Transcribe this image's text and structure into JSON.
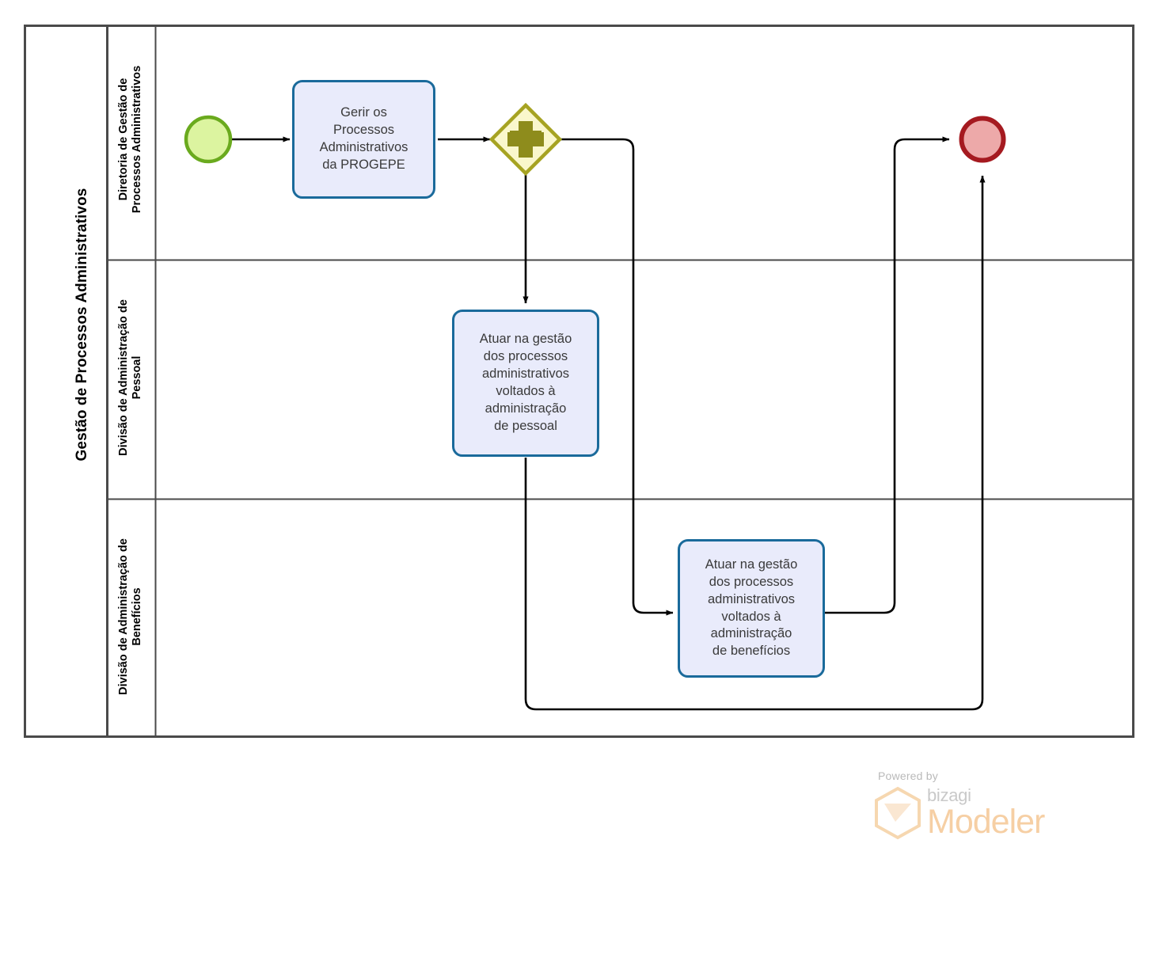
{
  "diagram": {
    "type": "bpmn-process",
    "pool": {
      "title": "Gestão de Processos Administrativos",
      "lanes": [
        {
          "id": "lane-diretoria",
          "label": "Diretoria de Gestão de\nProcessos Administrativos"
        },
        {
          "id": "lane-pessoal",
          "label": "Divisão de Administração de\nPessoal"
        },
        {
          "id": "lane-beneficios",
          "label": "Divisão de Administração de\nBenefícios"
        }
      ]
    },
    "nodes": {
      "start_event": {
        "name": "start-event",
        "lane": "lane-diretoria"
      },
      "task_gerir": {
        "name": "task-gerir-processos",
        "label": "Gerir os\nProcessos\nAdministrativos\nda PROGEPE",
        "lane": "lane-diretoria"
      },
      "gateway_parallel": {
        "name": "parallel-gateway",
        "symbol": "+",
        "lane": "lane-diretoria"
      },
      "task_pessoal": {
        "name": "task-atuar-pessoal",
        "label": "Atuar na gestão\ndos processos\nadministrativos\nvoltados à\nadministração\nde pessoal",
        "lane": "lane-pessoal"
      },
      "task_beneficios": {
        "name": "task-atuar-beneficios",
        "label": "Atuar na gestão\ndos processos\nadministrativos\nvoltados à\nadministração\nde benefícios",
        "lane": "lane-beneficios"
      },
      "end_event": {
        "name": "end-event",
        "lane": "lane-diretoria"
      }
    },
    "flows": [
      {
        "from": "start_event",
        "to": "task_gerir"
      },
      {
        "from": "task_gerir",
        "to": "gateway_parallel"
      },
      {
        "from": "gateway_parallel",
        "to": "task_pessoal"
      },
      {
        "from": "gateway_parallel",
        "to": "task_beneficios"
      },
      {
        "from": "task_beneficios",
        "to": "end_event"
      },
      {
        "from": "task_pessoal",
        "to": "end_event"
      }
    ],
    "colors": {
      "pool_border": "#4a4a4a",
      "task_border": "#1A6A9B",
      "task_fill": "#E9EBFB",
      "start_border": "#6AAA1E",
      "start_fill": "#DCF4A0",
      "end_border": "#A51A20",
      "end_fill": "#EDA9A9",
      "gateway_border": "#A6A322",
      "gateway_fill": "#FAF7CC",
      "gateway_symbol": "#8E8C1C",
      "flow_line": "#000000",
      "watermark_accent": "#F6CFA4"
    }
  },
  "watermark": {
    "powered_by": "Powered by",
    "brand": "bizagi",
    "product": "Modeler"
  }
}
